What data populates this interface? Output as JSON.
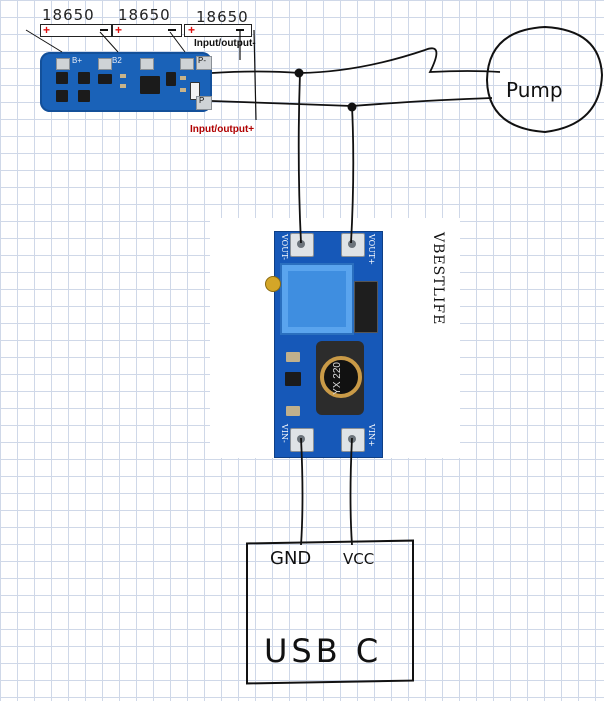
{
  "battery_cells": [
    "18650",
    "18650",
    "18650"
  ],
  "bms": {
    "top_label": "Input/output-",
    "bottom_label": "Input/output+",
    "pad_labels": [
      "B+",
      "B2",
      "P-",
      "P"
    ]
  },
  "pump": {
    "label": "Pump"
  },
  "boost_module": {
    "brand": "VBESTLIFE",
    "pins": [
      "VOUT-",
      "VOUT+",
      "VIN-",
      "VIN+"
    ],
    "inductor_text": "YX 220"
  },
  "usb": {
    "title": "USB C",
    "gnd_label": "GND",
    "vcc_label": "VCC"
  },
  "colors": {
    "board": "#1658b8",
    "positive_label": "#b00000",
    "negative_label": "#000000"
  }
}
